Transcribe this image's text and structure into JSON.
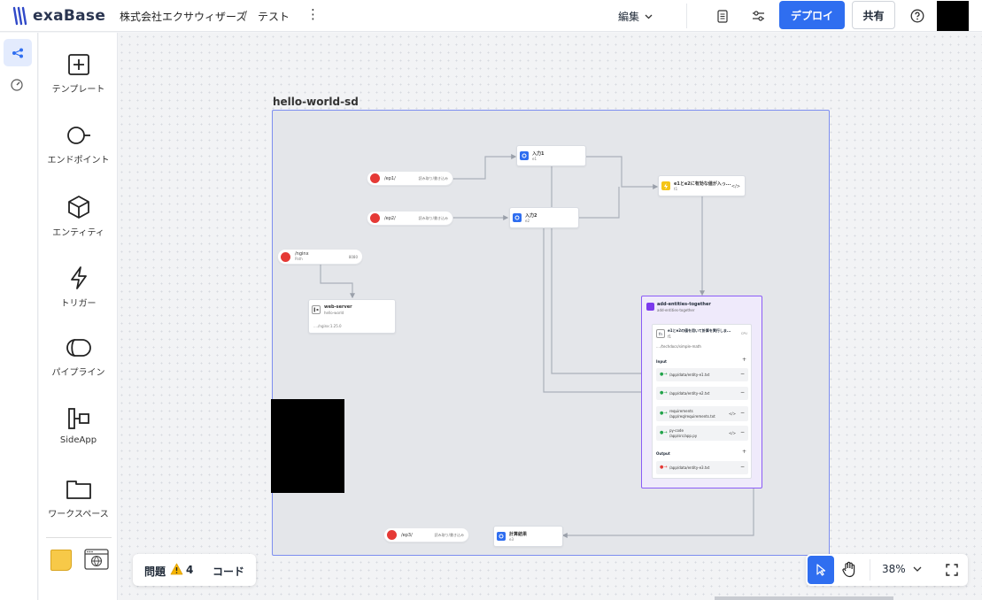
{
  "header": {
    "brand": "exaBase",
    "company": "株式会社エクサウィザーズ",
    "separator": "/",
    "project": "テスト",
    "edit_label": "編集",
    "deploy_label": "デプロイ",
    "share_label": "共有"
  },
  "palette": {
    "items": [
      {
        "label": "テンプレート",
        "icon": "plus-square-icon"
      },
      {
        "label": "エンドポイント",
        "icon": "endpoint-icon"
      },
      {
        "label": "エンティティ",
        "icon": "cube-icon"
      },
      {
        "label": "トリガー",
        "icon": "lightning-icon"
      },
      {
        "label": "パイプライン",
        "icon": "cylinder-icon"
      },
      {
        "label": "SideApp",
        "icon": "sideapp-icon"
      },
      {
        "label": "ワークスペース",
        "icon": "folder-icon"
      }
    ]
  },
  "canvas": {
    "group_title": "hello-world-sd",
    "endpoints": [
      {
        "path": "/ep1/",
        "mode": "読み取り/書き込み"
      },
      {
        "path": "/ep2/",
        "mode": "読み取り/書き込み"
      },
      {
        "path": "/nginx",
        "sub": "Path",
        "mode": "8080"
      },
      {
        "path": "/ep3/",
        "mode": "読み取り/書き込み"
      }
    ],
    "entities": [
      {
        "title": "入力1",
        "sub": "e1"
      },
      {
        "title": "入力2",
        "sub": "e2"
      },
      {
        "title": "計算結果",
        "sub": "e3"
      }
    ],
    "trigger": {
      "title": "e1とe2に有効な値が入っ...",
      "sub": "t1",
      "code": "</>"
    },
    "sideapp": {
      "title": "web-server",
      "sub": "hello-world",
      "image": "..../nginx:1.25.0"
    },
    "pipeline": {
      "title": "add-entities-together",
      "sub": "add-entities-together",
      "fn_icon": "fn",
      "fn_title": "e1とe2の値を用いて計算を実行しま...",
      "fn_sub": "f1",
      "fn_cpu": "CPU",
      "fn_path": "..../techdocs/simple-math",
      "input_label": "Input",
      "output_label": "Output",
      "add": "+",
      "remove": "−",
      "inputs": [
        {
          "text": "/app/data/entity-e1.txt"
        },
        {
          "text": "/app/data/entity-e2.txt"
        },
        {
          "line1": "requirements",
          "line2": "/app/req/requirements.txt",
          "code": "</>"
        },
        {
          "line1": "py-code",
          "line2": "/app/src/app.py",
          "code": "</>"
        }
      ],
      "outputs": [
        {
          "text": "/app/data/entity-e3.txt"
        }
      ]
    }
  },
  "bottom": {
    "issues_label": "問題",
    "issues_count": "4",
    "code_label": "コード",
    "zoom": "38%"
  }
}
